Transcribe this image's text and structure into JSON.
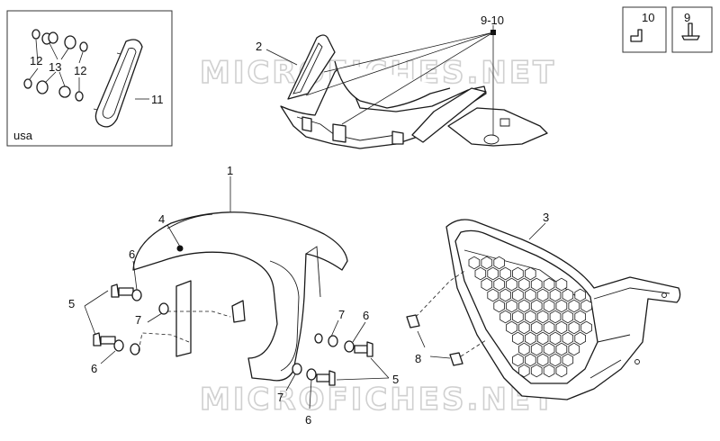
{
  "watermark": "MICROFICHES.NET",
  "inset": {
    "region_label": "usa"
  },
  "labels": {
    "l1": "1",
    "l2": "2",
    "l3": "3",
    "l4": "4",
    "l5a": "5",
    "l5b": "5",
    "l6a": "6",
    "l6b": "6",
    "l6c": "6",
    "l6d": "6",
    "l7a": "7",
    "l7b": "7",
    "l7c": "7",
    "l8": "8",
    "l910": "9-10",
    "l9": "9",
    "l10": "10",
    "l11": "11",
    "l12a": "12",
    "l12b": "12",
    "l13": "13"
  }
}
